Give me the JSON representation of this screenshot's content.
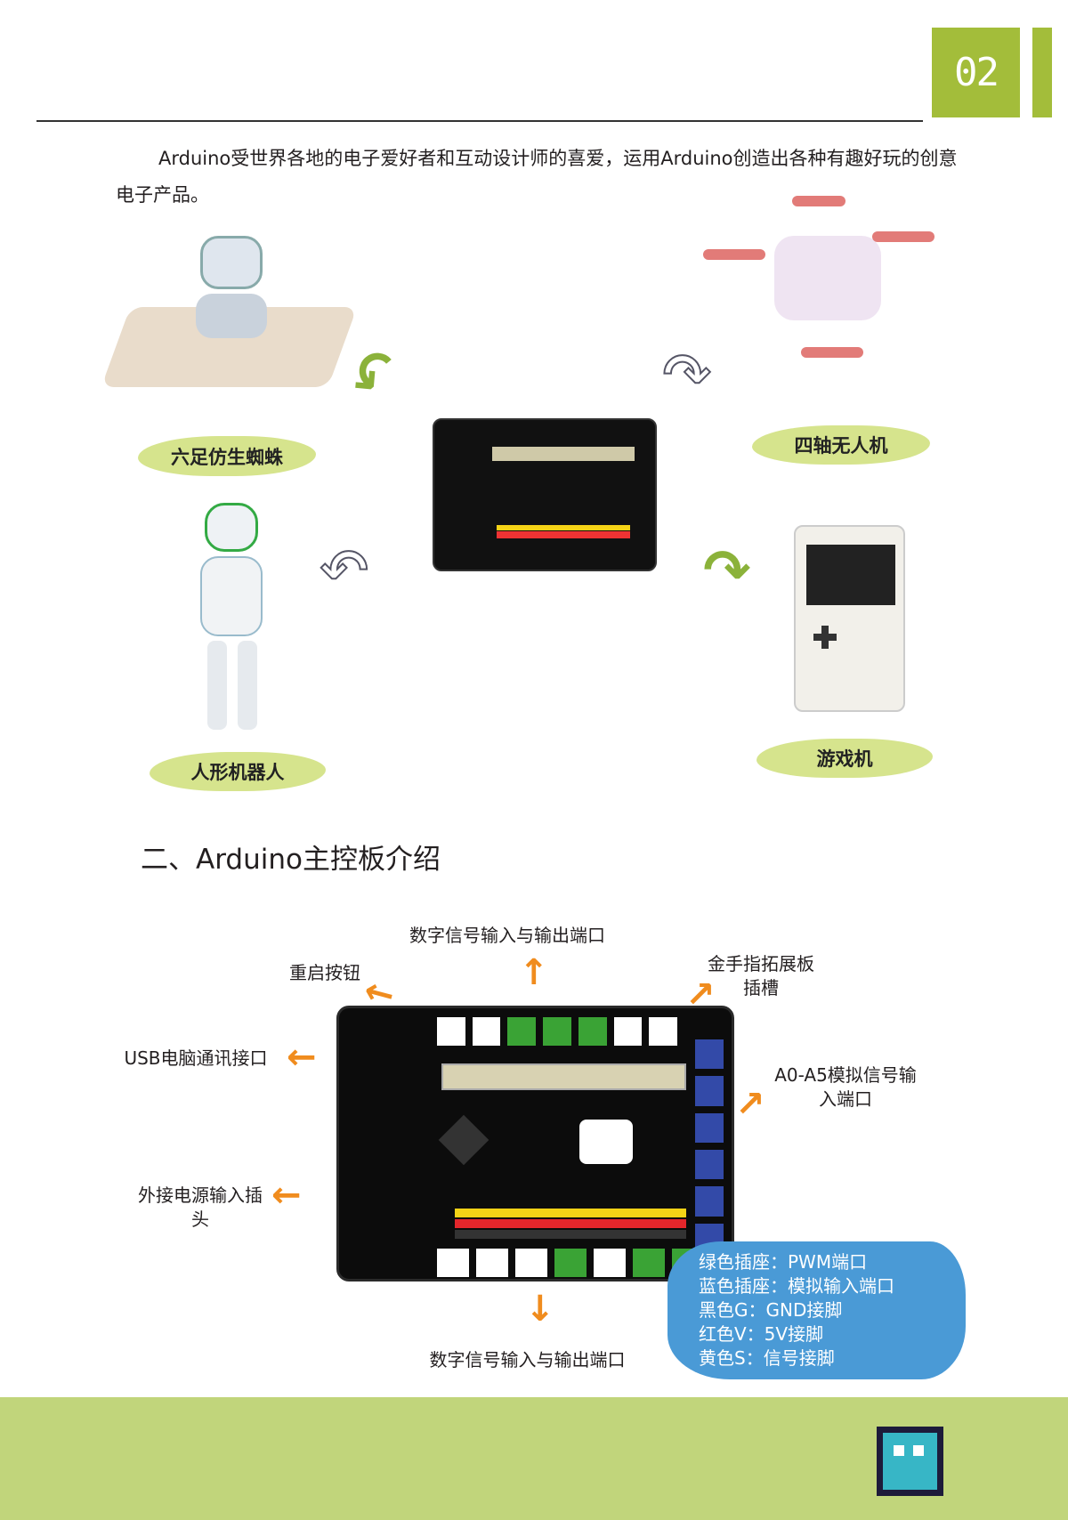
{
  "header": {
    "page_number": "02"
  },
  "intro": "Arduino受世界各地的电子爱好者和互动设计师的喜爱，运用Arduino创造出各种有趣好玩的创意电子产品。",
  "products": {
    "spider": "六足仿生蜘蛛",
    "drone": "四轴无人机",
    "humanoid": "人形机器人",
    "console": "游戏机"
  },
  "section_title": "二、Arduino主控板介绍",
  "board_labels": {
    "digital_top": "数字信号输入与输出端口",
    "reset": "重启按钮",
    "gold_finger": "金手指拓展板插槽",
    "usb": "USB电脑通讯接口",
    "analog": "A0-A5模拟信号输入端口",
    "power": "外接电源输入插头",
    "digital_bottom": "数字信号输入与输出端口"
  },
  "legend": [
    "绿色插座：PWM端口",
    "蓝色插座：模拟输入端口",
    "黑色G：GND接脚",
    "红色V：5V接脚",
    "黄色S：信号接脚"
  ],
  "colors": {
    "accent": "#a3bd3a",
    "band": "#c1d57b",
    "callout": "#4a9ad6",
    "arrow": "#f08c1e"
  }
}
